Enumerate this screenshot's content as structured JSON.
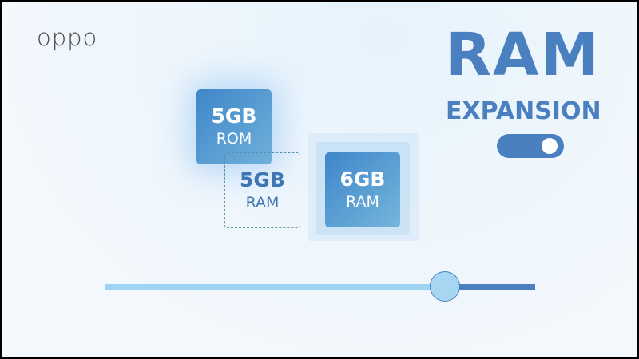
{
  "logo": "oppo",
  "cards": {
    "rom": {
      "size": "5GB",
      "type": "ROM"
    },
    "ram_virtual": {
      "size": "5GB",
      "type": "RAM"
    },
    "ram_total": {
      "size": "6GB",
      "type": "RAM"
    }
  },
  "headline": {
    "title": "RAM",
    "subtitle": "EXPANSION"
  },
  "toggle": {
    "state": "on",
    "color": "#4a80c0"
  },
  "slider": {
    "value_fraction": 0.79,
    "fill_color": "#9fd3f3",
    "track_color": "#4a80c0"
  }
}
